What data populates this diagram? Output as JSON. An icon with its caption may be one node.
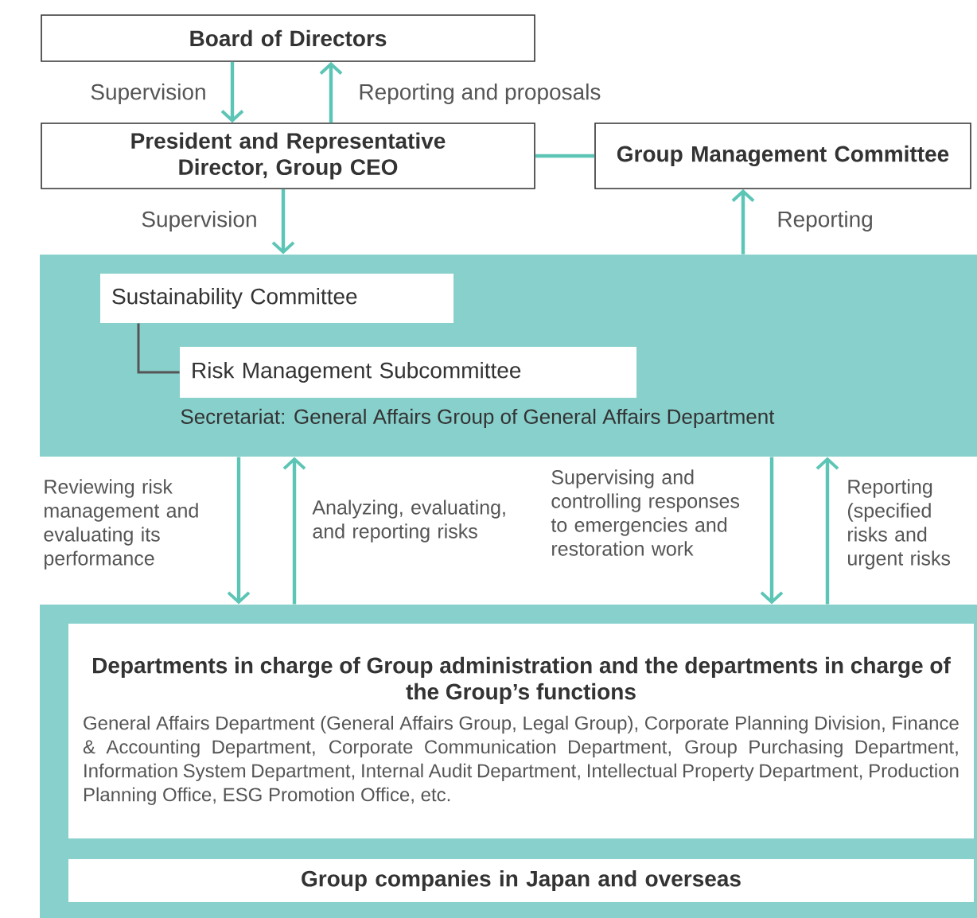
{
  "diagram": {
    "nodes": [
      {
        "text": [
          "Board of Directors"
        ]
      },
      {
        "text": [
          "President and Representative Director, Group CEO"
        ]
      },
      {
        "text": [
          "Group Management Committee"
        ]
      },
      {
        "text": [],
        "shape": "band"
      },
      {
        "text": [
          "Sustainability Committee"
        ],
        "in": 3
      },
      {
        "text": [
          "Risk Management Subcommittee"
        ],
        "in": 3,
        "beside": [
          "Secretariat: General Affairs Group of General Affairs Department"
        ]
      },
      {
        "text": [],
        "shape": "band"
      },
      {
        "text": [
          "Departments in charge of Group administration and the departments in charge of the Group’s functions",
          "General Affairs Department (General Affairs Group, Legal Group), Corporate Planning Division, Finance & Accounting Department, Corporate Communication Department, Group Purchasing Department, Information System Department, Internal Audit Department, Intellectual Property Department, Production Planning Office, ESG Promotion Office, etc."
        ],
        "in": 6
      },
      {
        "text": [
          "Group companies in Japan and overseas"
        ],
        "in": 6
      }
    ],
    "edges": [
      {
        "from": 0,
        "to": 1,
        "arrow": "to",
        "label": "Supervision"
      },
      {
        "from": 1,
        "to": 0,
        "arrow": "to",
        "label": "Reporting and proposals"
      },
      {
        "from": 1,
        "to": 2,
        "arrow": "none"
      },
      {
        "from": 1,
        "to": 3,
        "arrow": "to",
        "label": "Supervision"
      },
      {
        "from": 3,
        "to": 2,
        "arrow": "to",
        "label": "Reporting"
      },
      {
        "from": 4,
        "to": 5,
        "arrow": "none",
        "color": "#555555"
      },
      {
        "from": 3,
        "to": 6,
        "arrow": "to",
        "label": "Reviewing risk management and evaluating its performance"
      },
      {
        "from": 6,
        "to": 3,
        "arrow": "to",
        "label": "Analyzing, evaluating, and reporting risks"
      },
      {
        "from": 3,
        "to": 6,
        "arrow": "to",
        "label": "Supervising and controlling responses to emergencies and restoration work"
      },
      {
        "from": 6,
        "to": 3,
        "arrow": "to",
        "label": "Reporting (specified risks and urgent risks"
      }
    ]
  }
}
